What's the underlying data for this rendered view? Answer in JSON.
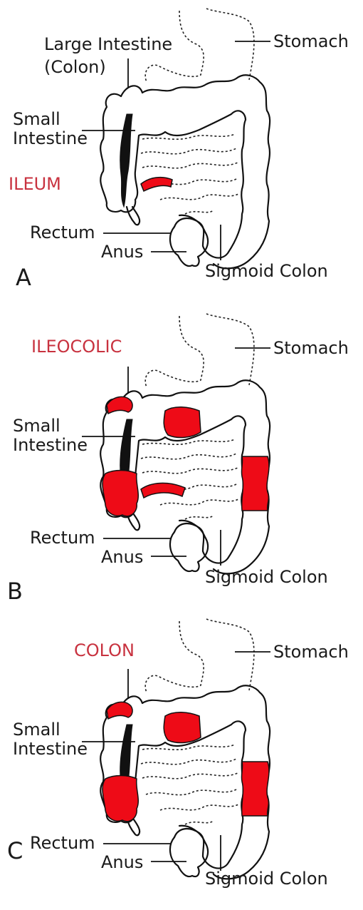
{
  "panels": [
    {
      "letter": "A",
      "title": "ILEUM",
      "labels": {
        "stomach": "Stomach",
        "large_intestine": "Large Intestine",
        "colon_paren": "(Colon)",
        "small_intestine_1": "Small",
        "small_intestine_2": "Intestine",
        "rectum": "Rectum",
        "anus": "Anus",
        "sigmoid": "Sigmoid Colon"
      },
      "highlighted_regions": [
        "terminal-ileum"
      ]
    },
    {
      "letter": "B",
      "title": "ILEOCOLIC",
      "labels": {
        "stomach": "Stomach",
        "small_intestine_1": "Small",
        "small_intestine_2": "Intestine",
        "rectum": "Rectum",
        "anus": "Anus",
        "sigmoid": "Sigmoid Colon"
      },
      "highlighted_regions": [
        "terminal-ileum",
        "cecum-ascending",
        "hepatic-flexure",
        "transverse-colon",
        "descending-colon"
      ]
    },
    {
      "letter": "C",
      "title": "COLON",
      "labels": {
        "stomach": "Stomach",
        "small_intestine_1": "Small",
        "small_intestine_2": "Intestine",
        "rectum": "Rectum",
        "anus": "Anus",
        "sigmoid": "Sigmoid Colon"
      },
      "highlighted_regions": [
        "cecum-ascending",
        "hepatic-flexure",
        "transverse-colon",
        "descending-colon"
      ]
    }
  ],
  "colors": {
    "highlight": "#ee0b17",
    "title_text": "#c8323f",
    "outline": "#111111"
  }
}
